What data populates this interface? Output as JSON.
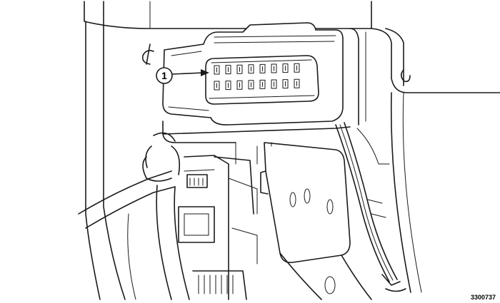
{
  "figure": {
    "callout_number": "1",
    "figure_id": "3300737",
    "connector_pin_rows": 2,
    "connector_pins_per_row": 8
  },
  "colors": {
    "line": "#1a1a1a",
    "background": "#ffffff"
  }
}
